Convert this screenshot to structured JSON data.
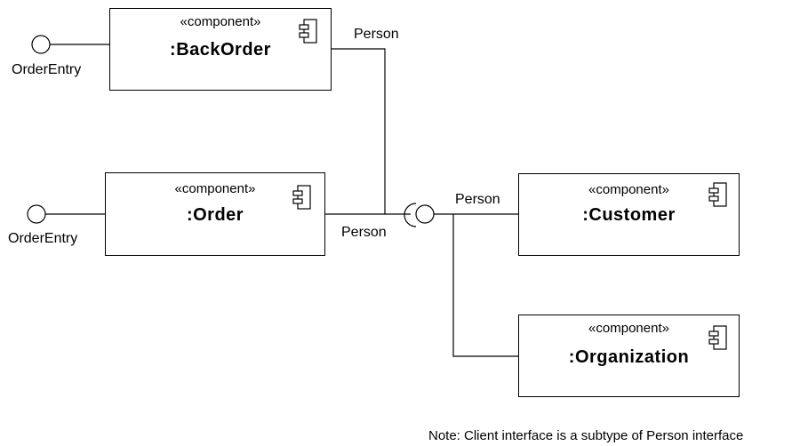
{
  "components": {
    "backorder": {
      "stereotype": "«component»",
      "name": ":BackOrder"
    },
    "order": {
      "stereotype": "«component»",
      "name": ":Order"
    },
    "customer": {
      "stereotype": "«component»",
      "name": ":Customer"
    },
    "organization": {
      "stereotype": "«component»",
      "name": ":Organization"
    }
  },
  "interfaces": {
    "backorder_provided": "OrderEntry",
    "order_provided": "OrderEntry"
  },
  "connector_labels": {
    "backorder_required": "Person",
    "order_required": "Person",
    "customer_provided": "Person"
  },
  "note": "Note: Client interface is a subtype of Person interface",
  "icons": {
    "component_icon": "uml-component-icon",
    "provided_interface": "lollipop",
    "required_interface": "socket"
  }
}
